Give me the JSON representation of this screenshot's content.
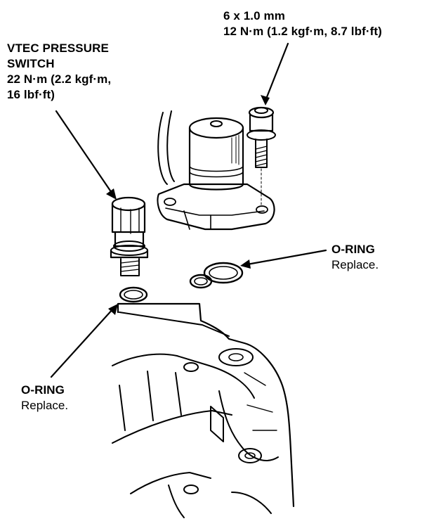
{
  "bolt_callout": {
    "line1": "6 x 1.0 mm",
    "line2": "12 N·m (1.2 kgf·m, 8.7 lbf·ft)"
  },
  "vtec_switch_callout": {
    "line1": "VTEC PRESSURE",
    "line2": "SWITCH",
    "line3": "22 N·m (2.2 kgf·m,",
    "line4": "16 lbf·ft)"
  },
  "oring_right_callout": {
    "title": "O-RING",
    "note": "Replace."
  },
  "oring_left_callout": {
    "title": "O-RING",
    "note": "Replace."
  },
  "colors": {
    "ink": "#000000",
    "background": "#ffffff"
  }
}
